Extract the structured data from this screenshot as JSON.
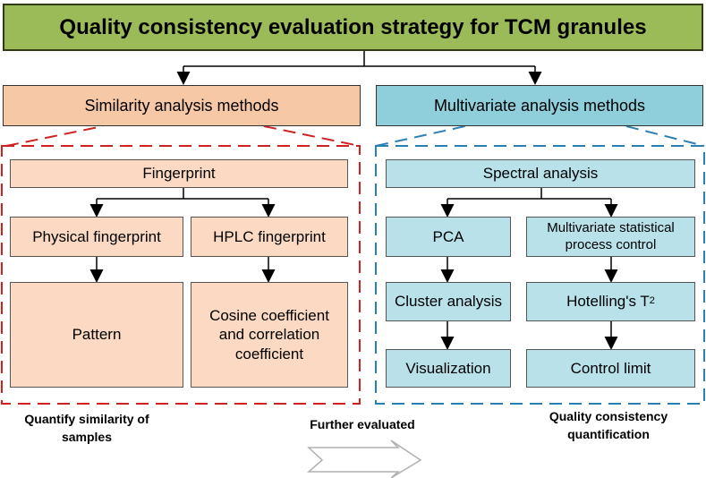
{
  "title": "Quality consistency evaluation strategy for TCM granules",
  "left": {
    "header": "Similarity analysis methods",
    "fingerprint": "Fingerprint",
    "physical": "Physical fingerprint",
    "hplc": "HPLC fingerprint",
    "pattern": "Pattern",
    "cosine": "Cosine coefficient and correlation coefficient",
    "caption": "Quantify similarity of samples"
  },
  "right": {
    "header": "Multivariate analysis methods",
    "spectral": "Spectral analysis",
    "pca": "PCA",
    "mspc": "Multivariate statistical process control",
    "cluster": "Cluster analysis",
    "hotelling": "Hotelling's T",
    "hotelling_sup": "2",
    "visualization": "Visualization",
    "control": "Control limit",
    "caption": "Quality consistency quantification"
  },
  "middle_caption": "Further evaluated",
  "colors": {
    "title_bg": "#9bbb59",
    "left_header_bg": "#f7c8a6",
    "right_header_bg": "#8fcfdc",
    "left_dash": "#d02020",
    "right_dash": "#2a7fb5"
  }
}
